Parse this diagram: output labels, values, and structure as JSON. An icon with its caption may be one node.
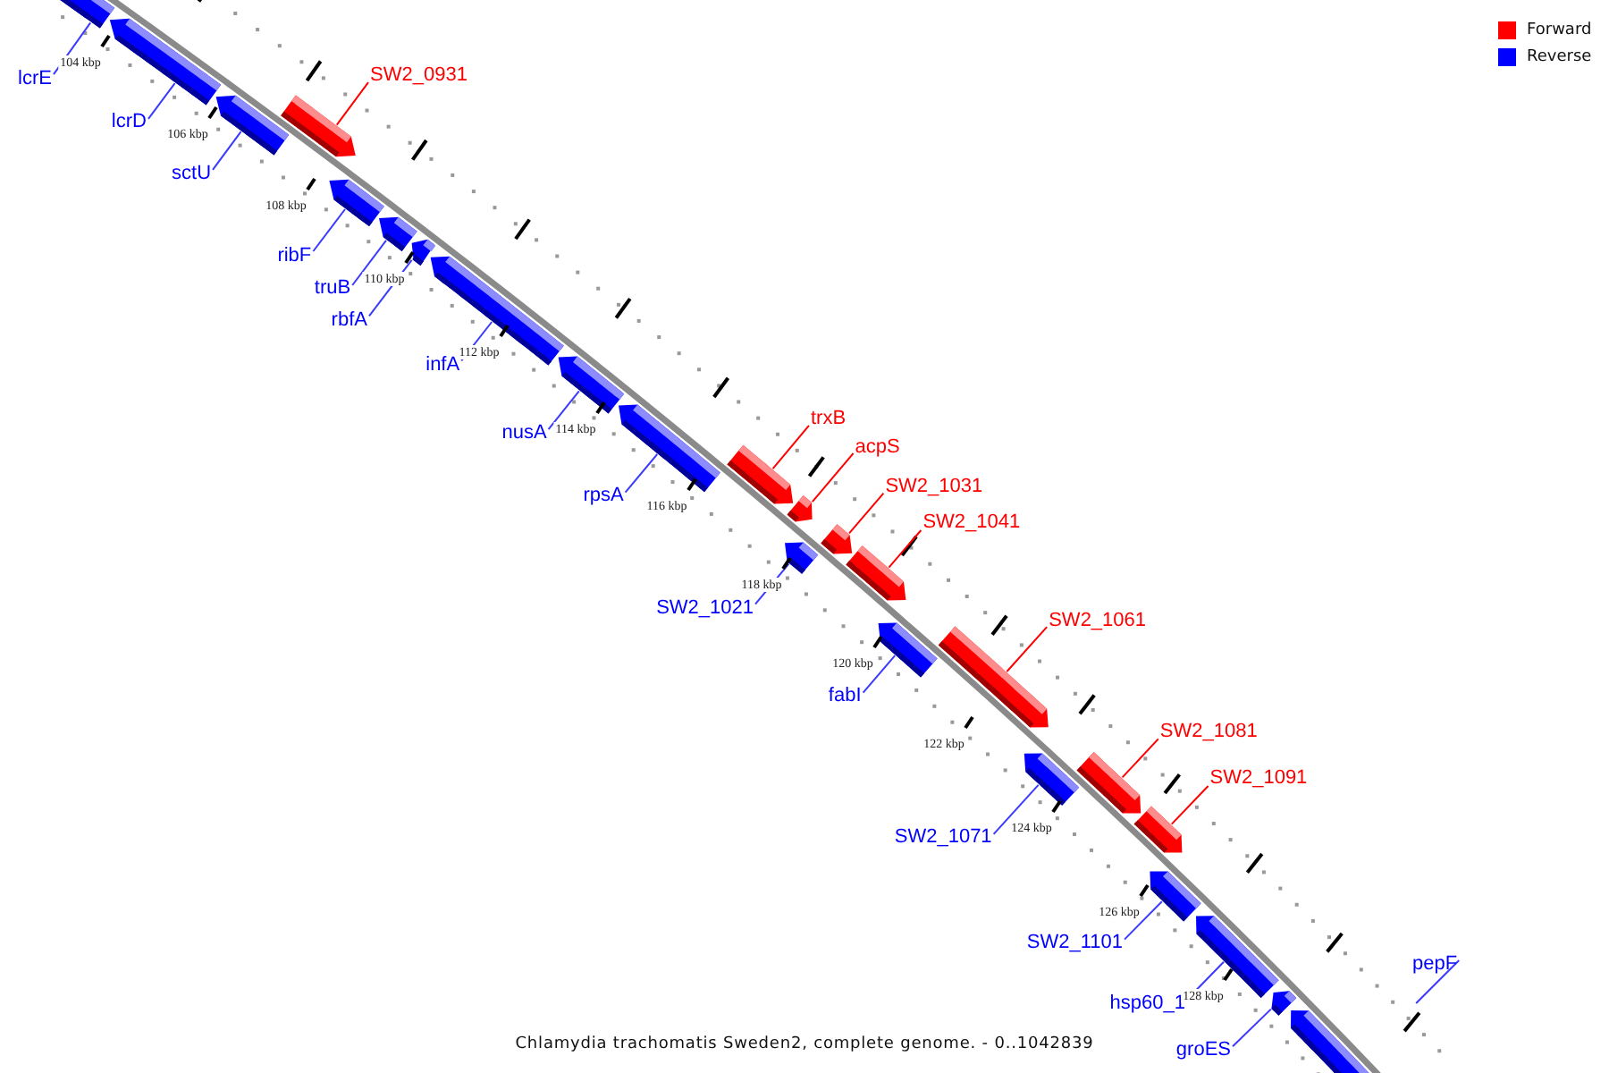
{
  "diagram": {
    "caption": "Chlamydia trachomatis Sweden2, complete genome. - 0..1042839",
    "nodes": [
      {
        "text": [
          "lcrE"
        ]
      },
      {
        "text": [],
        "shape": "box"
      },
      {
        "text": [
          "lcrD"
        ]
      },
      {
        "text": [],
        "shape": "box"
      },
      {
        "text": [
          "sctU"
        ]
      },
      {
        "text": [],
        "shape": "box"
      },
      {
        "text": [
          "SW2_0931"
        ]
      },
      {
        "text": [],
        "shape": "box"
      },
      {
        "text": [
          "ribF"
        ]
      },
      {
        "text": [],
        "shape": "box"
      },
      {
        "text": [
          "truB"
        ]
      },
      {
        "text": [],
        "shape": "box"
      },
      {
        "text": [
          "rbfA"
        ]
      },
      {
        "text": [],
        "shape": "box"
      },
      {
        "text": [
          "infA"
        ]
      },
      {
        "text": [],
        "shape": "box"
      },
      {
        "text": [
          "nusA"
        ]
      },
      {
        "text": [],
        "shape": "box"
      },
      {
        "text": [
          "rpsA"
        ]
      },
      {
        "text": [],
        "shape": "box"
      },
      {
        "text": [
          "trxB"
        ]
      },
      {
        "text": [],
        "shape": "box"
      },
      {
        "text": [
          "acpS"
        ]
      },
      {
        "text": [],
        "shape": "box"
      },
      {
        "text": [
          "SW2_1021"
        ]
      },
      {
        "text": [],
        "shape": "box"
      },
      {
        "text": [
          "SW2_1031"
        ]
      },
      {
        "text": [],
        "shape": "box"
      },
      {
        "text": [
          "SW2_1041"
        ]
      },
      {
        "text": [],
        "shape": "box"
      },
      {
        "text": [
          "fabI"
        ]
      },
      {
        "text": [],
        "shape": "box"
      },
      {
        "text": [
          "SW2_1061"
        ]
      },
      {
        "text": [],
        "shape": "box"
      },
      {
        "text": [
          "SW2_1071"
        ]
      },
      {
        "text": [],
        "shape": "box"
      },
      {
        "text": [
          "SW2_1081"
        ]
      },
      {
        "text": [],
        "shape": "box"
      },
      {
        "text": [
          "SW2_1091"
        ]
      },
      {
        "text": [],
        "shape": "box"
      },
      {
        "text": [
          "SW2_1101"
        ]
      },
      {
        "text": [],
        "shape": "box"
      },
      {
        "text": [
          "hsp60_1"
        ]
      },
      {
        "text": [],
        "shape": "box"
      },
      {
        "text": [
          "groES"
        ]
      },
      {
        "text": [],
        "shape": "box"
      },
      {
        "text": [],
        "shape": "box"
      },
      {
        "text": [
          "pepF"
        ]
      }
    ],
    "edges": [
      {
        "from": 0,
        "to": 1,
        "arrow": "none"
      },
      {
        "from": 2,
        "to": 3,
        "arrow": "none"
      },
      {
        "from": 4,
        "to": 5,
        "arrow": "none"
      },
      {
        "from": 6,
        "to": 7,
        "arrow": "none",
        "color": "#ff0000"
      },
      {
        "from": 8,
        "to": 9,
        "arrow": "none"
      },
      {
        "from": 10,
        "to": 11,
        "arrow": "none"
      },
      {
        "from": 12,
        "to": 13,
        "arrow": "none"
      },
      {
        "from": 14,
        "to": 15,
        "arrow": "none"
      },
      {
        "from": 16,
        "to": 17,
        "arrow": "none"
      },
      {
        "from": 18,
        "to": 19,
        "arrow": "none"
      },
      {
        "from": 20,
        "to": 21,
        "arrow": "none",
        "color": "#ff0000"
      },
      {
        "from": 22,
        "to": 23,
        "arrow": "none",
        "color": "#ff0000"
      },
      {
        "from": 24,
        "to": 25,
        "arrow": "none"
      },
      {
        "from": 26,
        "to": 27,
        "arrow": "none",
        "color": "#ff0000"
      },
      {
        "from": 28,
        "to": 29,
        "arrow": "none",
        "color": "#ff0000"
      },
      {
        "from": 30,
        "to": 31,
        "arrow": "none"
      },
      {
        "from": 32,
        "to": 33,
        "arrow": "none",
        "color": "#ff0000"
      },
      {
        "from": 34,
        "to": 35,
        "arrow": "none"
      },
      {
        "from": 36,
        "to": 37,
        "arrow": "none",
        "color": "#ff0000"
      },
      {
        "from": 38,
        "to": 39,
        "arrow": "none",
        "color": "#ff0000"
      },
      {
        "from": 40,
        "to": 41,
        "arrow": "none"
      },
      {
        "from": 42,
        "to": 43,
        "arrow": "none"
      },
      {
        "from": 44,
        "to": 45,
        "arrow": "none"
      },
      {
        "from": 47,
        "to": null,
        "arrow": "none"
      }
    ],
    "labels": [
      "104 kbp",
      "106 kbp",
      "108 kbp",
      "110 kbp",
      "112 kbp",
      "114 kbp",
      "116 kbp",
      "118 kbp",
      "120 kbp",
      "122 kbp",
      "124 kbp",
      "126 kbp",
      "128 kbp"
    ],
    "legend": [
      {
        "text": "Forward",
        "color": "#ff0000"
      },
      {
        "text": "Reverse",
        "color": "#0000ff"
      }
    ]
  }
}
